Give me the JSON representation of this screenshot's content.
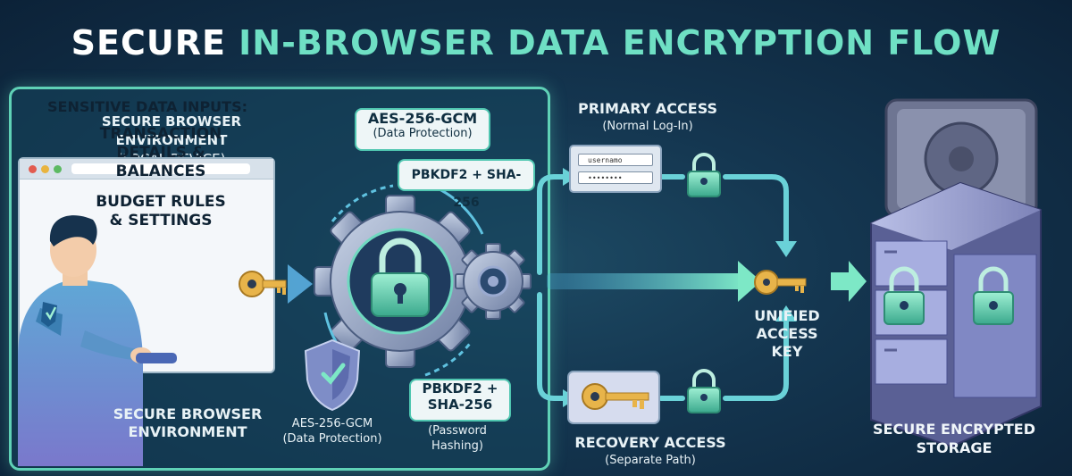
{
  "title": {
    "part1": "SECURE ",
    "part2": "IN-BROWSER DATA ENCRYPTION FLOW"
  },
  "panel": {
    "heading": "SECURE BROWSER ENVIRONMENT",
    "subheading": "(LOCAL DEVICE)",
    "footer_line1": "SECURE BROWSER",
    "footer_line2": "ENVIRONMENT"
  },
  "browser": {
    "inputs_heading": "SENSITIVE DATA INPUTS:",
    "item1_line1": "TRANSACTION",
    "item1_line2": "DETAILS &",
    "item1_line3": "BALANCES",
    "item2_line1": "BUDGET RULES",
    "item2_line2": "& SETTINGS"
  },
  "bubbles": {
    "aes_top_title": "AES-256-GCM",
    "aes_top_sub": "(Data Protection)",
    "pbkdf_top": "PBKDF2 + SHA-256",
    "pbkdf_bottom_line1": "PBKDF2 +",
    "pbkdf_bottom_line2": "SHA-256"
  },
  "labels": {
    "aes_bottom_title": "AES-256-GCM",
    "aes_bottom_sub": "(Data Protection)",
    "password_hashing_line1": "(Password",
    "password_hashing_line2": "Hashing)"
  },
  "primary": {
    "title": "PRIMARY ACCESS",
    "sub": "(Normal Log-In)",
    "username": "usernamo",
    "password": "••••••••"
  },
  "recovery": {
    "title": "RECOVERY ACCESS",
    "sub": "(Separate Path)"
  },
  "unified": {
    "line1": "UNIFIED",
    "line2": "ACCESS",
    "line3": "KEY"
  },
  "storage": {
    "line1": "SECURE ENCRYPTED",
    "line2": "STORAGE"
  },
  "colors": {
    "accent": "#6fe0c4",
    "panel_border": "#5fd1b6",
    "key_gold": "#e8b44a",
    "background": "#143650"
  },
  "icons": [
    "lock-icon",
    "key-icon",
    "gear-icon",
    "shield-check-icon",
    "vault-icon",
    "server-rack-icon",
    "person-icon",
    "browser-window-icon"
  ]
}
